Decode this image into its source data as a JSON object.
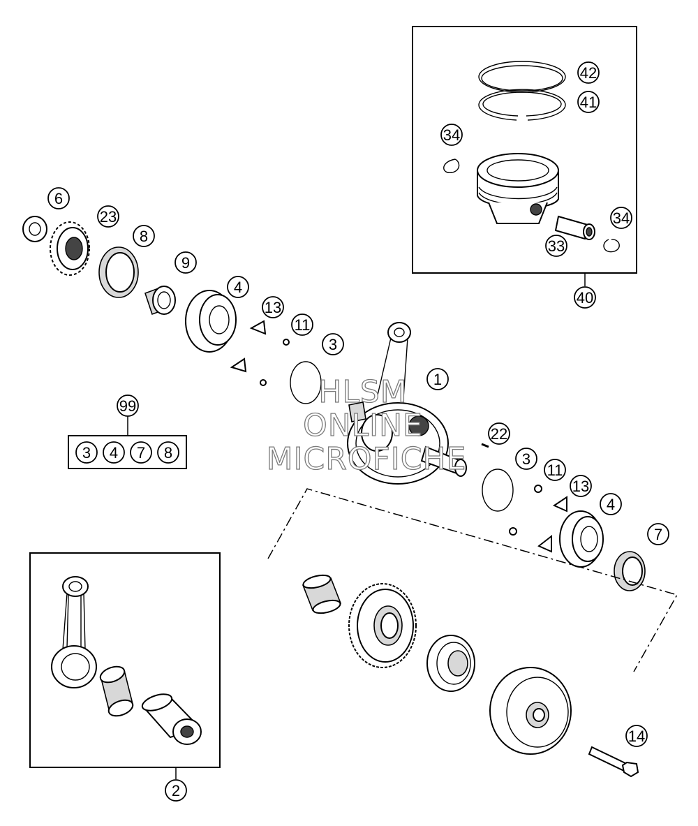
{
  "callouts": {
    "c1": "1",
    "c2": "2",
    "c3a": "3",
    "c3b": "3",
    "c4a": "4",
    "c4b": "4",
    "c6": "6",
    "c7": "7",
    "c8": "8",
    "c9": "9",
    "c11a": "11",
    "c11b": "11",
    "c13a": "13",
    "c13b": "13",
    "c14": "14",
    "c22": "22",
    "c23": "23",
    "c33": "33",
    "c34a": "34",
    "c34b": "34",
    "c40": "40",
    "c41": "41",
    "c42": "42",
    "c99": "99"
  },
  "kit99": [
    "3",
    "4",
    "7",
    "8"
  ],
  "watermark": {
    "line1": "HLSM",
    "line2": "ONLINE",
    "line3": "MICROFICHE"
  }
}
